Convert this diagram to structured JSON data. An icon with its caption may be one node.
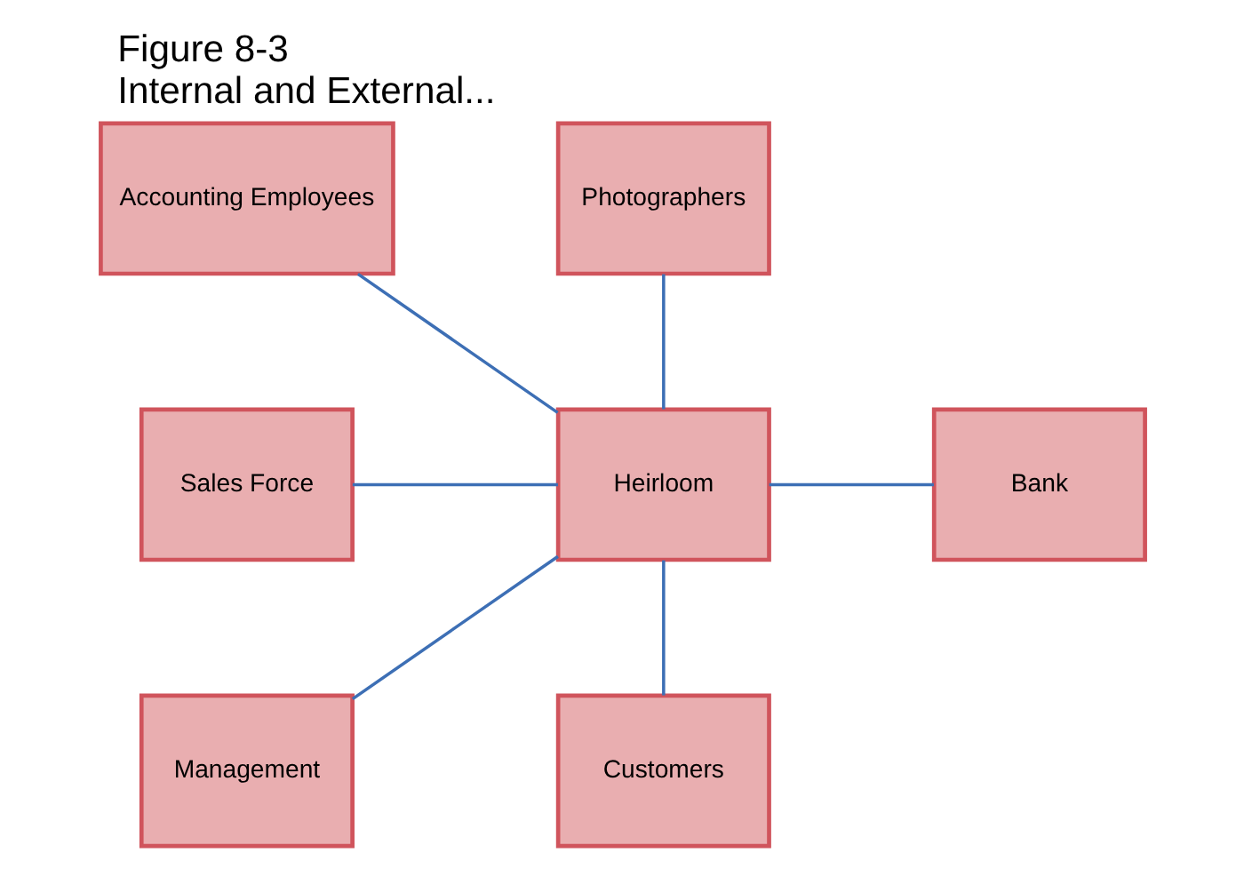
{
  "diagram": {
    "title": "Figure 8-3",
    "caption": "Internal and External...",
    "nodes": [
      {
        "text": [
          "Accounting Employees"
        ]
      },
      {
        "text": [
          "Photographers"
        ]
      },
      {
        "text": [
          "Sales Force"
        ]
      },
      {
        "text": [
          "Heirloom"
        ]
      },
      {
        "text": [
          "Bank"
        ]
      },
      {
        "text": [
          "Management"
        ]
      },
      {
        "text": [
          "Customers"
        ]
      }
    ],
    "edges": [
      {
        "from": 0,
        "to": 3,
        "arrow": "none"
      },
      {
        "from": 1,
        "to": 3,
        "arrow": "none"
      },
      {
        "from": 2,
        "to": 3,
        "arrow": "none"
      },
      {
        "from": 3,
        "to": 4,
        "arrow": "none"
      },
      {
        "from": 5,
        "to": 3,
        "arrow": "none"
      },
      {
        "from": 3,
        "to": 6,
        "arrow": "none"
      }
    ]
  }
}
